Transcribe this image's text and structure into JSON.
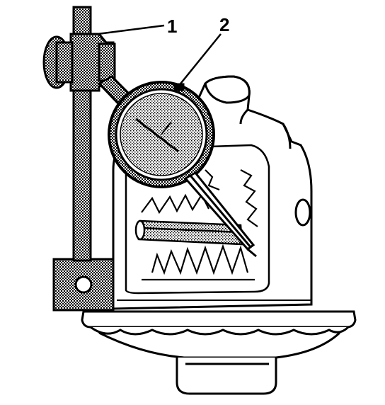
{
  "diagram": {
    "callouts": [
      {
        "id": "1",
        "label": "1"
      },
      {
        "id": "2",
        "label": "2"
      }
    ],
    "colors": {
      "ink": "#000000",
      "paper": "#ffffff",
      "stipple": "#9a9a9a"
    }
  }
}
